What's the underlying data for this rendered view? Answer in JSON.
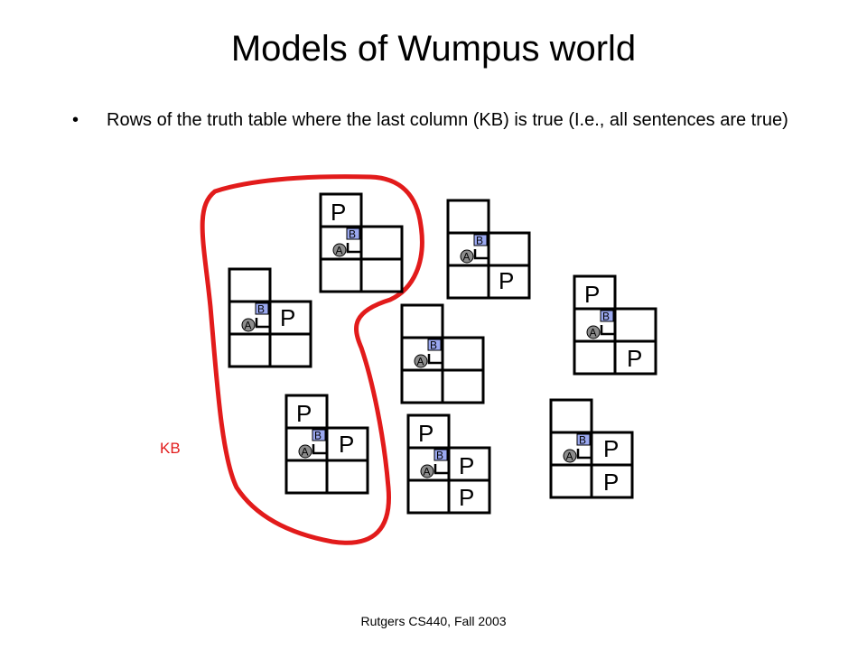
{
  "slide": {
    "title": "Models of Wumpus world",
    "bullet_marker": "•",
    "bullet_text": "Rows of the truth table where the last column (KB) is true (I.e., all sentences are true)",
    "footer": "Rutgers CS440, Fall 2003"
  },
  "diagram": {
    "kb_label": "KB",
    "cell_labels": {
      "pit": "P",
      "breeze": "B",
      "agent": "A"
    },
    "colors": {
      "kb_curve": "#e21b1b",
      "breeze_fill": "#9aa8f0",
      "agent_fill": "#8c8c8c",
      "grid_line": "#000000"
    }
  }
}
